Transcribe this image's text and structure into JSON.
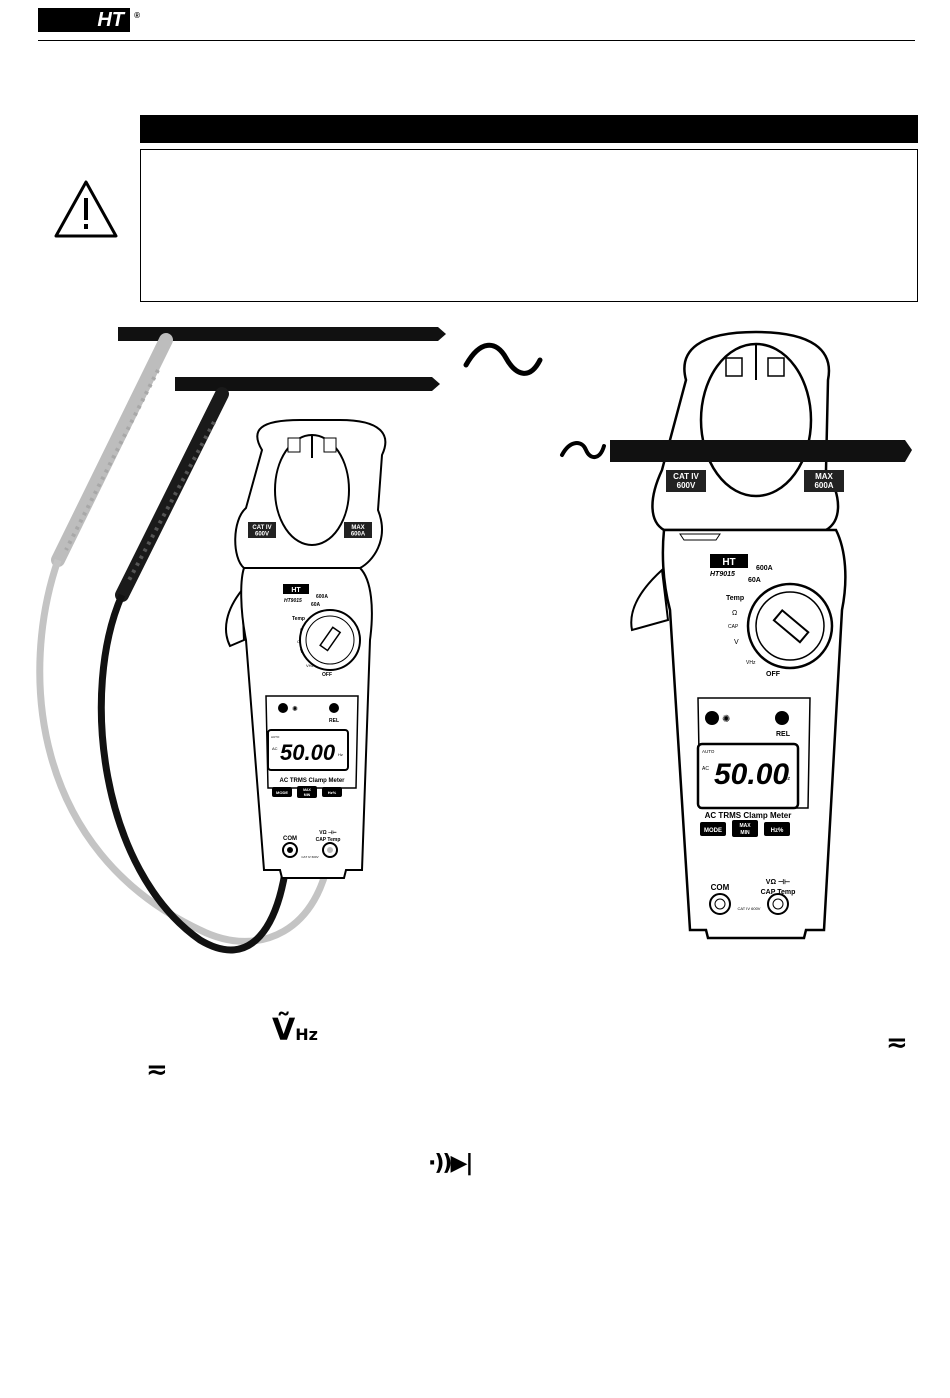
{
  "header": {
    "logo_text": "HT",
    "registered_mark": "®"
  },
  "warning": {
    "icon": "warning-triangle-icon"
  },
  "meter_left": {
    "jaw_left_label": "CAT IV\n600V",
    "jaw_right_label": "MAX\n600A",
    "brand": "HT",
    "model": "HT9015",
    "range_dc_ac": "600A",
    "range_low": "60A",
    "dial_temp": "Temp",
    "dial_ohm": "Ω",
    "dial_cap": "CAP",
    "dial_v": "V",
    "dial_vhz": "VHz",
    "dial_off": "OFF",
    "rel_label": "REL",
    "lcd_auto": "AUTO",
    "lcd_ac": "AC",
    "lcd_value": "50.00",
    "lcd_unit": "Hz",
    "product_name": "AC TRMS Clamp Meter",
    "btn_mode": "MODE",
    "btn_max": "MAX",
    "btn_min": "MIN",
    "btn_hz": "Hz%",
    "jack_com": "COM",
    "jack_v_top": "VΩ ⊣⊢",
    "jack_v_bottom": "CAP Temp",
    "jack_cat": "CAT IV 600V"
  },
  "meter_right": {
    "jaw_left_label": "CAT IV\n600V",
    "jaw_right_label": "MAX\n600A",
    "brand": "HT",
    "model": "HT9015",
    "range_dc_ac": "600A",
    "range_low": "60A",
    "dial_temp": "Temp",
    "dial_ohm": "Ω",
    "dial_cap": "CAP",
    "dial_v": "V",
    "dial_vhz": "VHz",
    "dial_off": "OFF",
    "rel_label": "REL",
    "lcd_auto": "AUTO",
    "lcd_ac": "AC",
    "lcd_value": "50.00",
    "lcd_unit": "Hz",
    "product_name": "AC TRMS Clamp Meter",
    "btn_mode": "MODE",
    "btn_max": "MAX",
    "btn_min": "MIN",
    "btn_hz": "Hz%",
    "jack_com": "COM",
    "jack_v_top": "VΩ ⊣⊢",
    "jack_v_bottom": "CAP Temp",
    "jack_cat": "CAT IV 600V"
  },
  "symbols": {
    "vhz_main": "Ṽ",
    "vhz_sub": "Hz",
    "acdc_symbol": "≂",
    "continuity_diode": "·))▶|",
    "ac_tilde": "~"
  }
}
